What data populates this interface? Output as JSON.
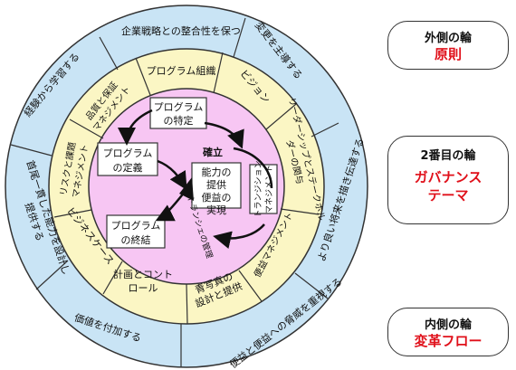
{
  "colors": {
    "outer_ring": "#c9e4f5",
    "middle_ring": "#fbf6c4",
    "inner_disk": "#f7c6f3",
    "stroke": "#333333",
    "legend_red": "#e0101a"
  },
  "outer_ring": {
    "labels": [
      "企業戦略との整合性を保つ",
      "変更を主導する",
      "より良い将来を描き伝達する",
      "便益と便益への脅威を重視する",
      "価値を付加する",
      "首尾一貫した能力を設計し提供する",
      "経験から学習する"
    ]
  },
  "middle_ring": {
    "labels": [
      "プログラム組織",
      "ビジョン",
      "リーダーシップとステークホルダーの関与",
      "便益マネジメント",
      "青写真の設計と提供",
      "計画とコントロール",
      "ビジネスケース",
      "リスクと課題マネジメント",
      "品質と保証マネジメント"
    ]
  },
  "inner": {
    "boxes": [
      "プログラムの特定",
      "プログラムの定義",
      "プログラムの終結"
    ],
    "center_box": "能力の提供 便益の実現",
    "transition_box": "トランジションマネジメント",
    "establish_label": "確立",
    "tranche_label": "トランシェの管理"
  },
  "legend": {
    "outer": {
      "title": "外側の輪",
      "value": "原則"
    },
    "second": {
      "title": "2番目の輪",
      "value_line1": "ガバナンス",
      "value_line2": "テーマ"
    },
    "inner": {
      "title": "内側の輪",
      "value": "変革フロー"
    }
  }
}
